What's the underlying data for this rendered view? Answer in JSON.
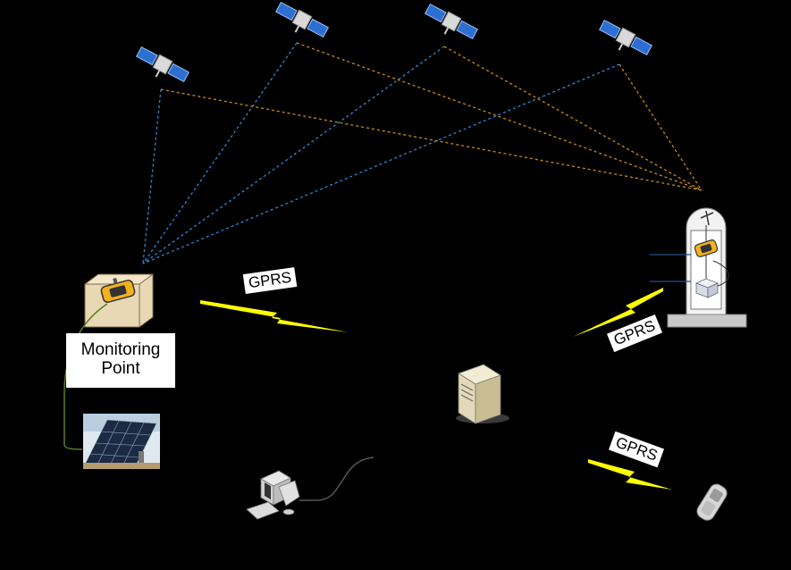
{
  "diagram": {
    "monitoring_point_label_line1": "Monitoring",
    "monitoring_point_label_line2": "Point",
    "gprs_link_1": "GPRS",
    "gprs_link_2": "GPRS",
    "gprs_link_3": "GPRS"
  },
  "colors": {
    "background": "#000000",
    "gnss_link_blue": "#2f86d6",
    "gnss_link_orange": "#c98a1a",
    "lightning": "#ffff00",
    "receiver_body": "#f2b21b"
  },
  "icons": [
    "satellite-icon",
    "gnss-receiver-icon",
    "solar-panel-icon",
    "server-icon",
    "desktop-computer-icon",
    "mobile-phone-icon",
    "cloud-icon",
    "lightning-icon"
  ]
}
